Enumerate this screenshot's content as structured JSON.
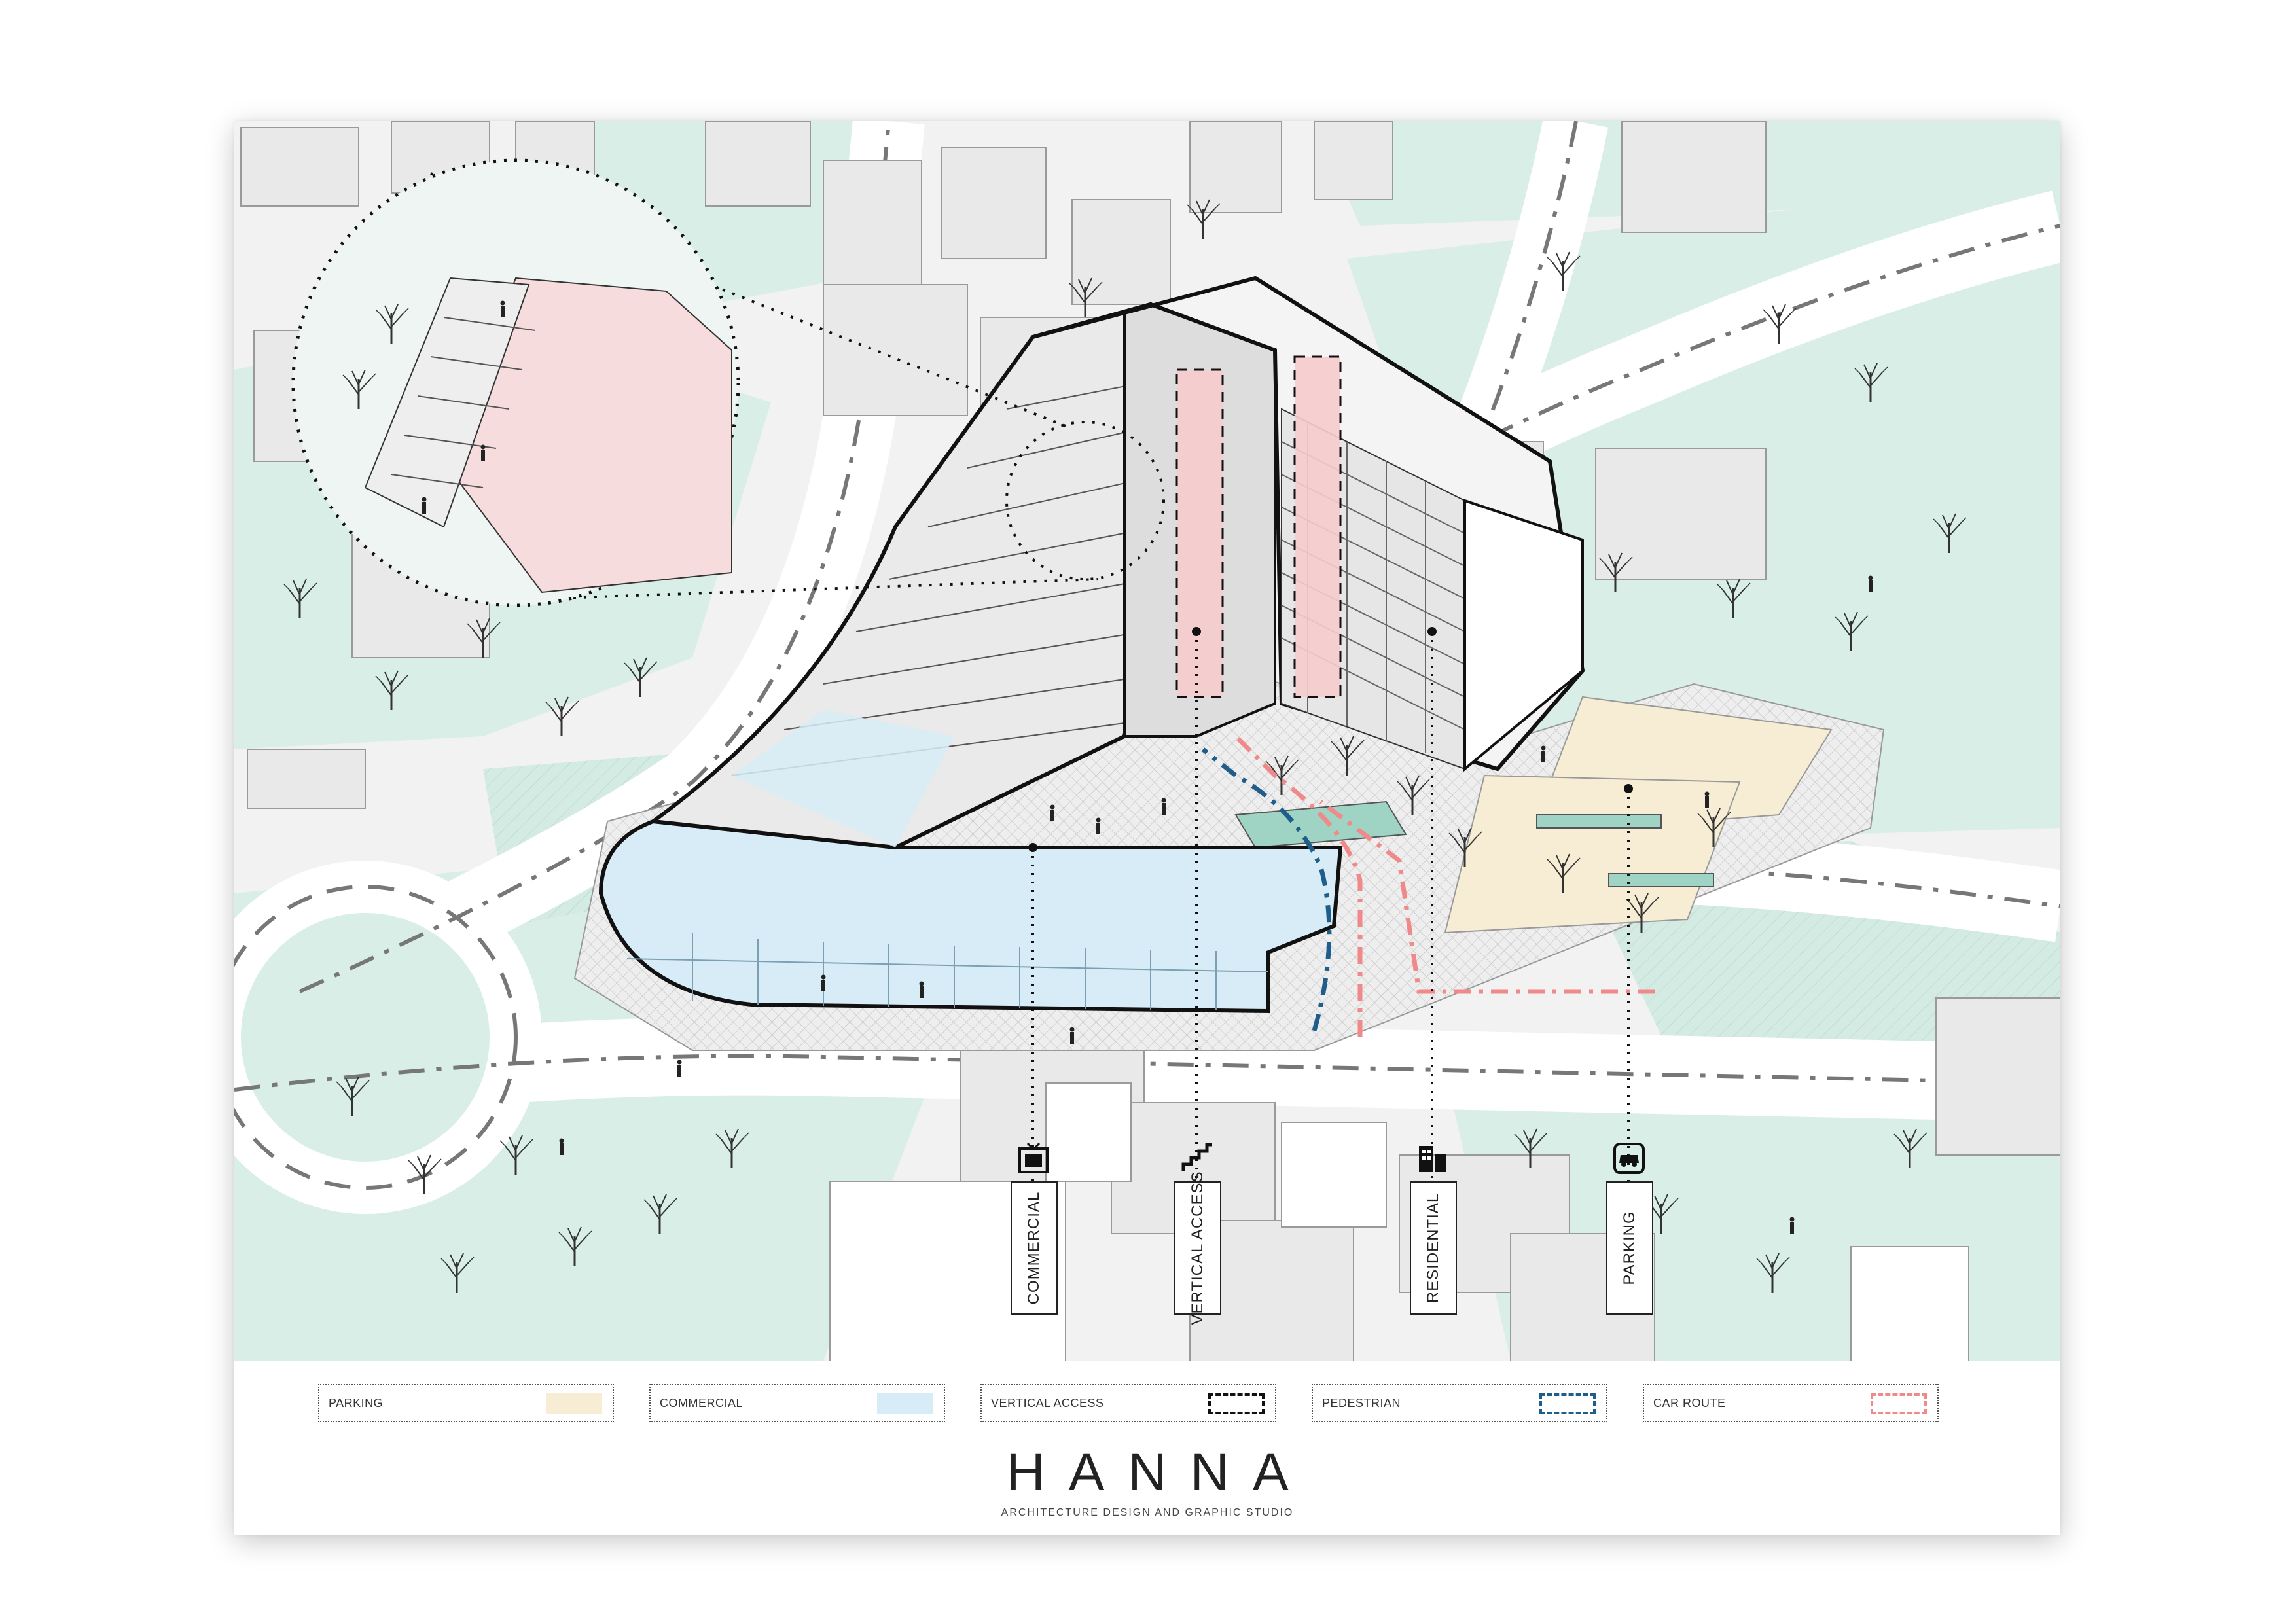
{
  "callouts": [
    {
      "id": "commercial",
      "label": "COMMERCIAL",
      "icon": "shop-icon"
    },
    {
      "id": "vertical",
      "label": "VERTICAL ACCESS",
      "icon": "stairs-icon"
    },
    {
      "id": "residential",
      "label": "RESIDENTIAL",
      "icon": "building-icon"
    },
    {
      "id": "parking",
      "label": "PARKING",
      "icon": "car-icon"
    }
  ],
  "legend": [
    {
      "label": "PARKING",
      "swatch": "fill",
      "color": "#f7ecd4"
    },
    {
      "label": "COMMERCIAL",
      "swatch": "fill",
      "color": "#d7ecf6"
    },
    {
      "label": "VERTICAL ACCESS",
      "swatch": "dash",
      "color": "#111111"
    },
    {
      "label": "PEDESTRIAN",
      "swatch": "dash",
      "color": "#1f5e8a"
    },
    {
      "label": "CAR ROUTE",
      "swatch": "dash",
      "color": "#f08a8a"
    }
  ],
  "brand": {
    "title": "HANNA",
    "subtitle": "ARCHITECTURE DESIGN AND GRAPHIC STUDIO"
  },
  "colors": {
    "green": "#cfe9e0",
    "commercial": "#d7ecf6",
    "residential": "#f6cccc",
    "parking": "#f7ecd4",
    "pedestrian": "#1f5e8a",
    "car": "#f08a8a"
  }
}
